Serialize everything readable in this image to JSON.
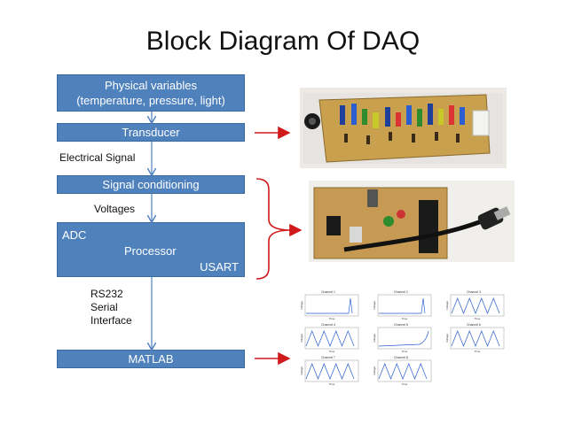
{
  "title": "Block Diagram Of DAQ",
  "blocks": {
    "physical_line1": "Physical variables",
    "physical_line2": "(temperature, pressure, light)",
    "transducer": "Transducer",
    "signal_conditioning": "Signal conditioning",
    "processor_adc": "ADC",
    "processor_name": "Processor",
    "processor_usart": "USART",
    "matlab": "MATLAB"
  },
  "connector_labels": {
    "electrical_signal": "Electrical Signal",
    "voltages": "Voltages",
    "rs232_line1": "RS232",
    "rs232_line2": "Serial",
    "rs232_line3": "Interface"
  },
  "plots": {
    "titles": [
      "Channel 1",
      "Channel 2",
      "Channel 3",
      "Channel 4",
      "Channel 5",
      "Channel 6",
      "Channel 7",
      "Channel 8"
    ],
    "xlabel": "Time",
    "ylabel": "Voltage"
  },
  "colors": {
    "block_fill": "#4f81bd",
    "connector": "#4f81bd",
    "arrow": "#d0191b",
    "brace": "#d0191b"
  }
}
